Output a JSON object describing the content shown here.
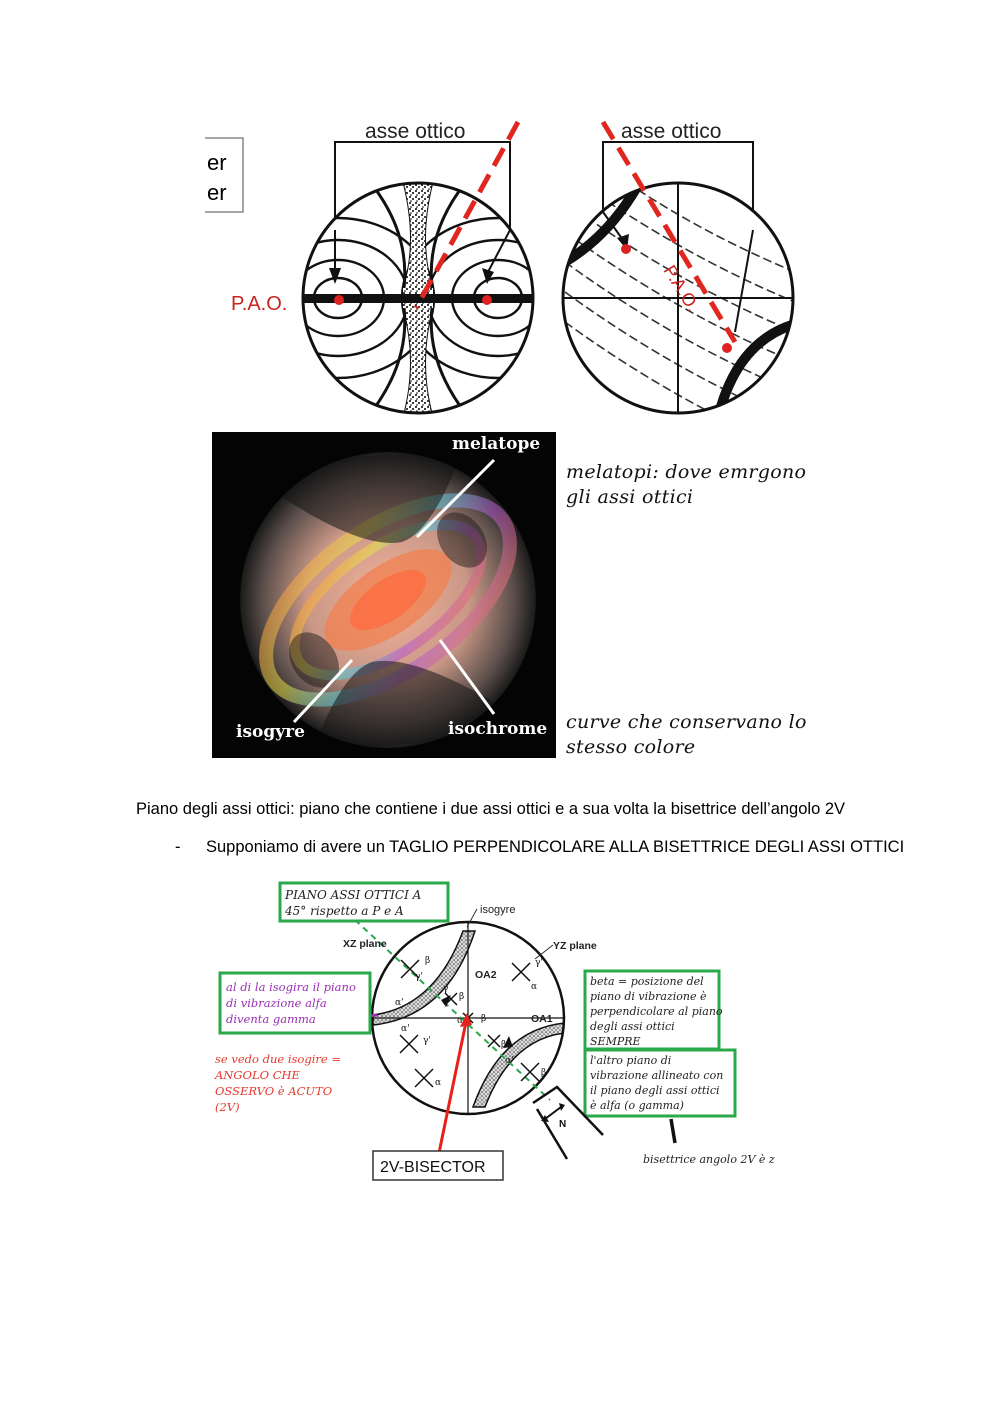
{
  "top_figure": {
    "partial_legend": [
      "er",
      "er"
    ],
    "left_diagram": {
      "axis_label": "asse ottico",
      "pao_label": "P.A.O."
    },
    "right_diagram": {
      "axis_label": "asse ottico",
      "pao_label": "P.A.O."
    }
  },
  "photo_figure": {
    "label_melatope": "melatope",
    "label_isogyre": "isogyre",
    "label_isochrome": "isochrome"
  },
  "notes": {
    "melatopi_line1": "melatopi: dove emrgono",
    "melatopi_line2": "gli assi ottici",
    "curve_line1": "curve che conservano lo",
    "curve_line2": "stesso colore"
  },
  "paragraph": "Piano degli assi ottici: piano che contiene i due assi ottici e a sua volta la bisettrice dell’angolo 2V",
  "bullet": {
    "marker": "-",
    "text": "Supponiamo di avere un TAGLIO PERPENDICOLARE ALLA BISETTRICE DEGLI ASSI OTTICI"
  },
  "bottom_figure": {
    "box_piano_line1": "PIANO ASSI OTTICI A",
    "box_piano_line2": "45° rispetto a P e A",
    "label_isogyre": "isogyre",
    "label_xz_plane": "XZ plane",
    "label_yz_plane": "YZ plane",
    "label_oa2": "OA2",
    "label_oa1": "OA1",
    "label_n": "N",
    "box_alfa_lines": [
      "al di la isogira il piano",
      "di vibrazione alfa",
      "diventa gamma"
    ],
    "red_note_lines": [
      "se vedo due isogire =",
      "ANGOLO CHE",
      "OSSERVO è ACUTO",
      "(2V)"
    ],
    "box_beta_lines": [
      "beta = posizione del",
      "piano di vibrazione è",
      "perpendicolare al piano",
      "degli assi ottici",
      "SEMPRE"
    ],
    "box_altro_lines": [
      "l'altro piano di",
      "vibrazione allineato con",
      "il piano degli assi ottici",
      "è alfa (o gamma)"
    ],
    "bisector_box": "2V-BISECTOR",
    "bisettrice_note": "bisettrice angolo 2V è z",
    "greek": {
      "alpha": "α",
      "beta": "β",
      "gamma": "γ",
      "alpha_p": "α'",
      "gamma_p": "γ'"
    }
  },
  "colors": {
    "red_dashed": "#e0261f",
    "pao_red": "#c8231e",
    "box_green": "#2aa84a",
    "purple_text": "#9b2fb3",
    "red_text": "#e53a2c",
    "bisector_red": "#e8201a"
  }
}
